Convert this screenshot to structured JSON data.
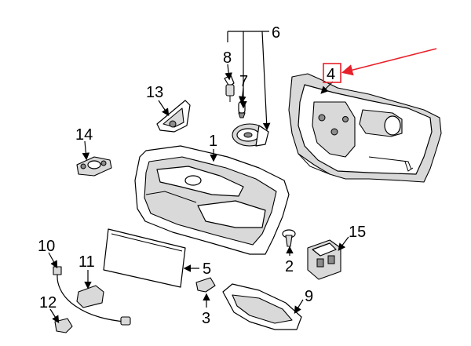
{
  "callouts": {
    "c1": "1",
    "c2": "2",
    "c3": "3",
    "c4": "4",
    "c5": "5",
    "c6": "6",
    "c7": "7",
    "c8": "8",
    "c9": "9",
    "c10": "10",
    "c11": "11",
    "c12": "12",
    "c13": "13",
    "c14": "14",
    "c15": "15"
  },
  "colors": {
    "highlight": "#e8202a",
    "line": "#000000",
    "fill_light": "#d9d9d9",
    "fill_dark": "#8c8c8c"
  }
}
